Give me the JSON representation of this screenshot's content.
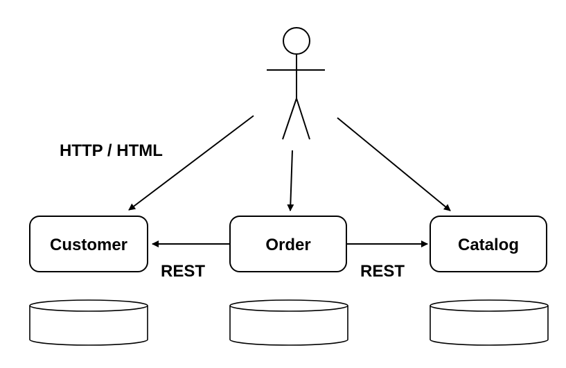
{
  "nodes": {
    "customer": {
      "label": "Customer"
    },
    "order": {
      "label": "Order"
    },
    "catalog": {
      "label": "Catalog"
    }
  },
  "edges": {
    "http": {
      "label": "HTTP / HTML"
    },
    "rest_left": {
      "label": "REST"
    },
    "rest_right": {
      "label": "REST"
    }
  },
  "colors": {
    "stroke": "#000000",
    "fill": "#ffffff"
  }
}
